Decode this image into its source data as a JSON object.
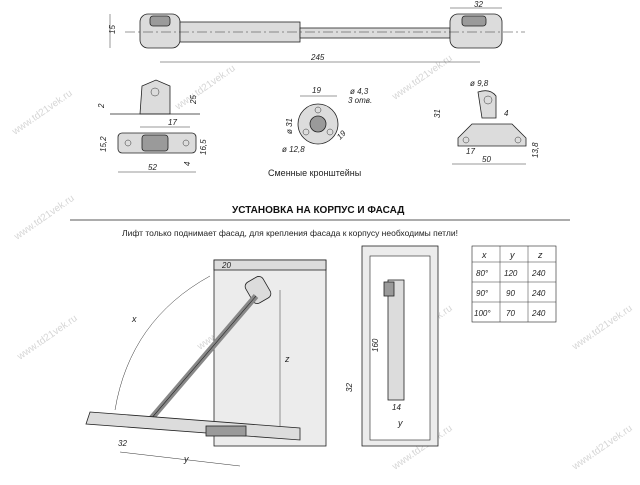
{
  "watermark": "www.td21vek.ru",
  "top_dims": {
    "height_15": "15",
    "fitting_32": "32",
    "length_245": "245"
  },
  "bracket_left": {
    "d2": "2",
    "d25": "25",
    "d17": "17",
    "d15_2": "15,2",
    "d16_5": "16,5",
    "d52": "52",
    "d4": "4"
  },
  "bracket_mid": {
    "d19": "19",
    "d4_3": "ø 4,3",
    "holes": "3 отв.",
    "d31": "ø 31",
    "d12_8": "ø 12,8",
    "d19b": "19"
  },
  "bracket_right": {
    "d9_8": "ø 9,8",
    "d31": "31",
    "d4": "4",
    "d17": "17",
    "d50": "50",
    "d13_8": "13,8"
  },
  "caption_brackets": "Сменные кронштейны",
  "section_title": "УСТАНОВКА НА КОРПУС И ФАСАД",
  "note": "Лифт только поднимает фасад, для крепления фасада к корпусу необходимы петли!",
  "install": {
    "x": "x",
    "y": "y",
    "z": "z",
    "d20": "20",
    "d32": "32",
    "d160": "160",
    "d14": "14"
  },
  "table": {
    "headers": [
      "x",
      "y",
      "z"
    ],
    "rows": [
      [
        "80°",
        "120",
        "240"
      ],
      [
        "90°",
        "90",
        "240"
      ],
      [
        "100°",
        "70",
        "240"
      ]
    ]
  }
}
